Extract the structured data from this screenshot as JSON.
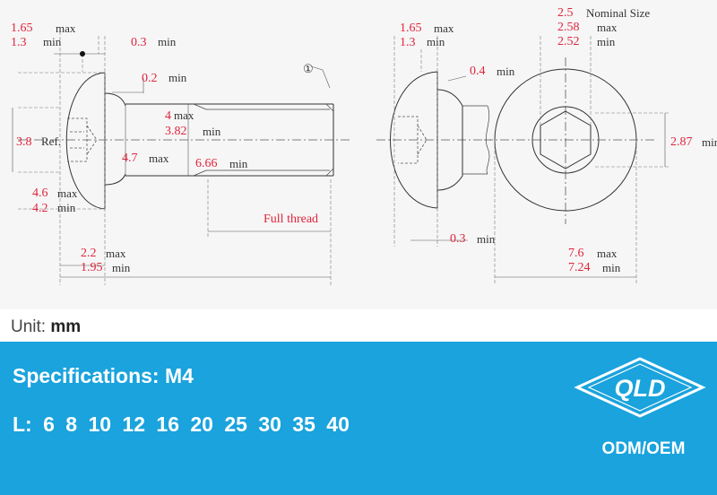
{
  "side_view": {
    "head_height_max": "1.65",
    "head_height_min": "1.3",
    "max_label": "max",
    "min_label": "min",
    "fillet_gap": "0.3",
    "underhead_radius": "0.2",
    "shank_dia_max": "4",
    "shank_dia_min": "3.82",
    "socket_ref": "3.8",
    "ref_label": "Ref.",
    "underhead_dia": "4.7",
    "thread_dia": "6.66",
    "head_dia_max": "4.6",
    "head_dia_min": "4.2",
    "full_thread": "Full thread",
    "head_len_max": "2.2",
    "head_len_min": "1.95",
    "callout": "①"
  },
  "end_view": {
    "head_height_max": "1.65",
    "head_height_min": "1.3",
    "fillet_radius": "0.4",
    "gap": "0.3"
  },
  "front_view": {
    "hex_nominal": "2.5",
    "nominal_label": "Nominal Size",
    "hex_max": "2.58",
    "hex_min": "2.52",
    "socket_depth": "2.87",
    "head_dia_max": "7.6",
    "head_dia_min": "7.24"
  },
  "unit": {
    "label": "Unit:",
    "value": "mm"
  },
  "specifications": "Specifications: M4",
  "lengths": "L: 6  8  10  12  16  20  25  30  35  40",
  "logo": {
    "text": "QLD"
  },
  "brand_caption": "ODM/OEM",
  "colors": {
    "band": "#1aa3dd",
    "dimension_text": "#e0243c"
  }
}
